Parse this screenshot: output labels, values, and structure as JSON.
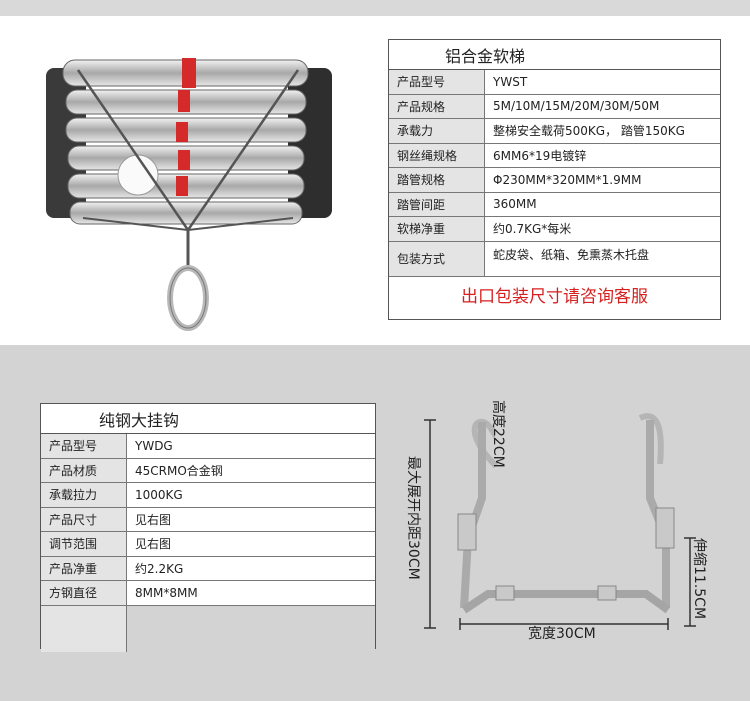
{
  "ladder_table": {
    "title": "铝合金软梯",
    "rows": [
      {
        "label": "产品型号",
        "value": "YWST"
      },
      {
        "label": "产品规格",
        "value": "5M/10M/15M/20M/30M/50M"
      },
      {
        "label": "承载力",
        "value": "整梯安全载荷500KG， 踏管150KG"
      },
      {
        "label": "钢丝绳规格",
        "value": "6MM6*19电镀锌"
      },
      {
        "label": "踏管规格",
        "value": "Φ230MM*320MM*1.9MM"
      },
      {
        "label": "踏管间距",
        "value": "360MM"
      },
      {
        "label": "软梯净重",
        "value": "约0.7KG*每米"
      },
      {
        "label": "包装方式",
        "value": "蛇皮袋、纸箱、免熏蒸木托盘"
      }
    ],
    "footer": "出口包装尺寸请咨询客服"
  },
  "hook_table": {
    "title": "纯钢大挂钩",
    "rows": [
      {
        "label": "产品型号",
        "value": "YWDG"
      },
      {
        "label": "产品材质",
        "value": "45CRMO合金钢"
      },
      {
        "label": "承载拉力",
        "value": "1000KG"
      },
      {
        "label": "产品尺寸",
        "value": "见右图"
      },
      {
        "label": "调节范围",
        "value": "见右图"
      },
      {
        "label": "产品净重",
        "value": "约2.2KG"
      },
      {
        "label": "方钢直径",
        "value": "8MM*8MM"
      }
    ]
  },
  "hook_diagram": {
    "height_label": "高度22CM",
    "max_span_label": "最大展开内距30CM",
    "stretch_label": "伸缩11.5CM",
    "width_label": "宽度30CM"
  },
  "colors": {
    "accent_red": "#d62020",
    "label_bg": "#e4e4e4",
    "band_gray": "#d3d3d3"
  }
}
